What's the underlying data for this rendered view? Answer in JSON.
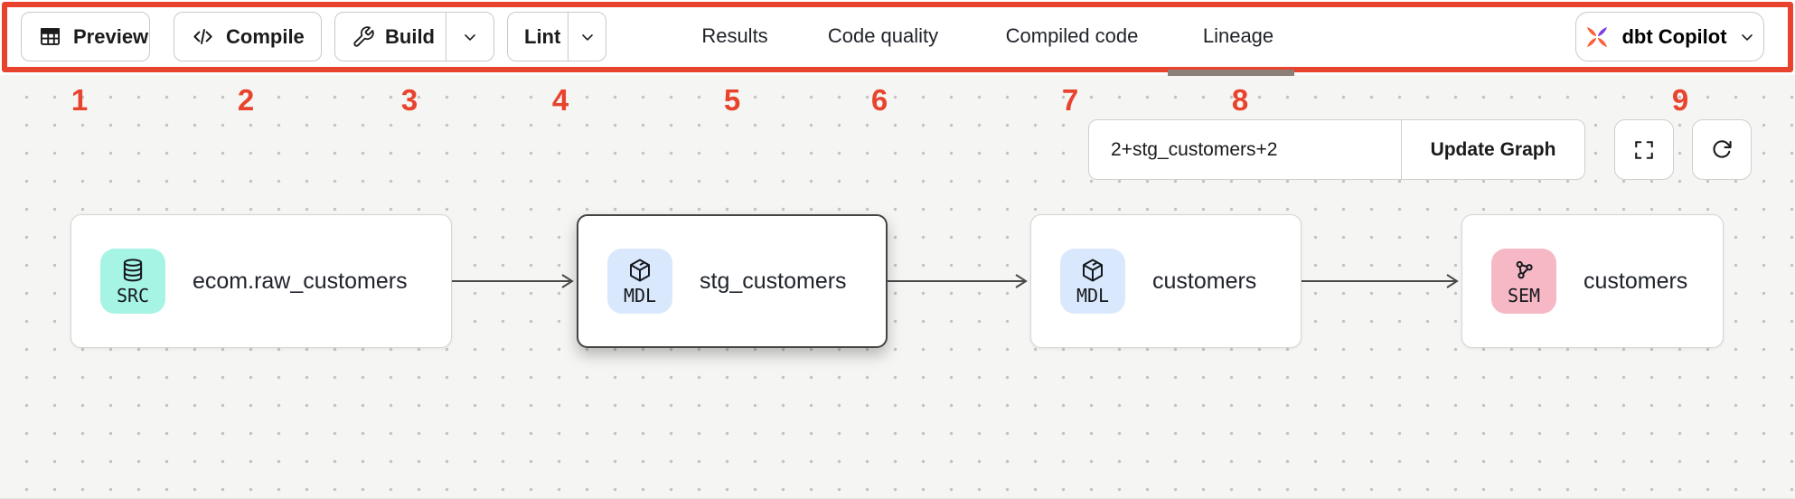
{
  "annotation": {
    "box_color": "#E8432C",
    "markers": [
      "1",
      "2",
      "3",
      "4",
      "5",
      "6",
      "7",
      "8",
      "9"
    ]
  },
  "toolbar": {
    "preview_label": "Preview",
    "compile_label": "Compile",
    "build_label": "Build",
    "lint_label": "Lint",
    "preview_icon": "table-icon",
    "compile_icon": "code-icon",
    "build_icon": "wrench-icon",
    "dropdown_icon": "chevron-down-icon",
    "tabs": [
      {
        "label": "Results",
        "active": false
      },
      {
        "label": "Code quality",
        "active": false
      },
      {
        "label": "Compiled code",
        "active": false
      },
      {
        "label": "Lineage",
        "active": true
      }
    ],
    "copilot_label": "dbt Copilot",
    "copilot_icon": "dbt-copilot-logo",
    "copilot_colors": {
      "orange": "#FF5C35",
      "purple": "#7B3FE4"
    }
  },
  "graph_controls": {
    "selector_value": "2+stg_customers+2",
    "update_button_label": "Update Graph",
    "fullscreen_icon": "fullscreen-icon",
    "refresh_icon": "refresh-icon"
  },
  "lineage": {
    "nodes": [
      {
        "badge": "SRC",
        "badge_color": "#A6F4E3",
        "icon": "database-icon",
        "label": "ecom.raw_customers",
        "selected": false
      },
      {
        "badge": "MDL",
        "badge_color": "#D9E8FC",
        "icon": "cube-icon",
        "label": "stg_customers",
        "selected": true
      },
      {
        "badge": "MDL",
        "badge_color": "#D9E8FC",
        "icon": "cube-icon",
        "label": "customers",
        "selected": false
      },
      {
        "badge": "SEM",
        "badge_color": "#F6B8C4",
        "icon": "semantic-model-icon",
        "label": "customers",
        "selected": false
      }
    ],
    "edge_color": "#4a4a4a"
  }
}
